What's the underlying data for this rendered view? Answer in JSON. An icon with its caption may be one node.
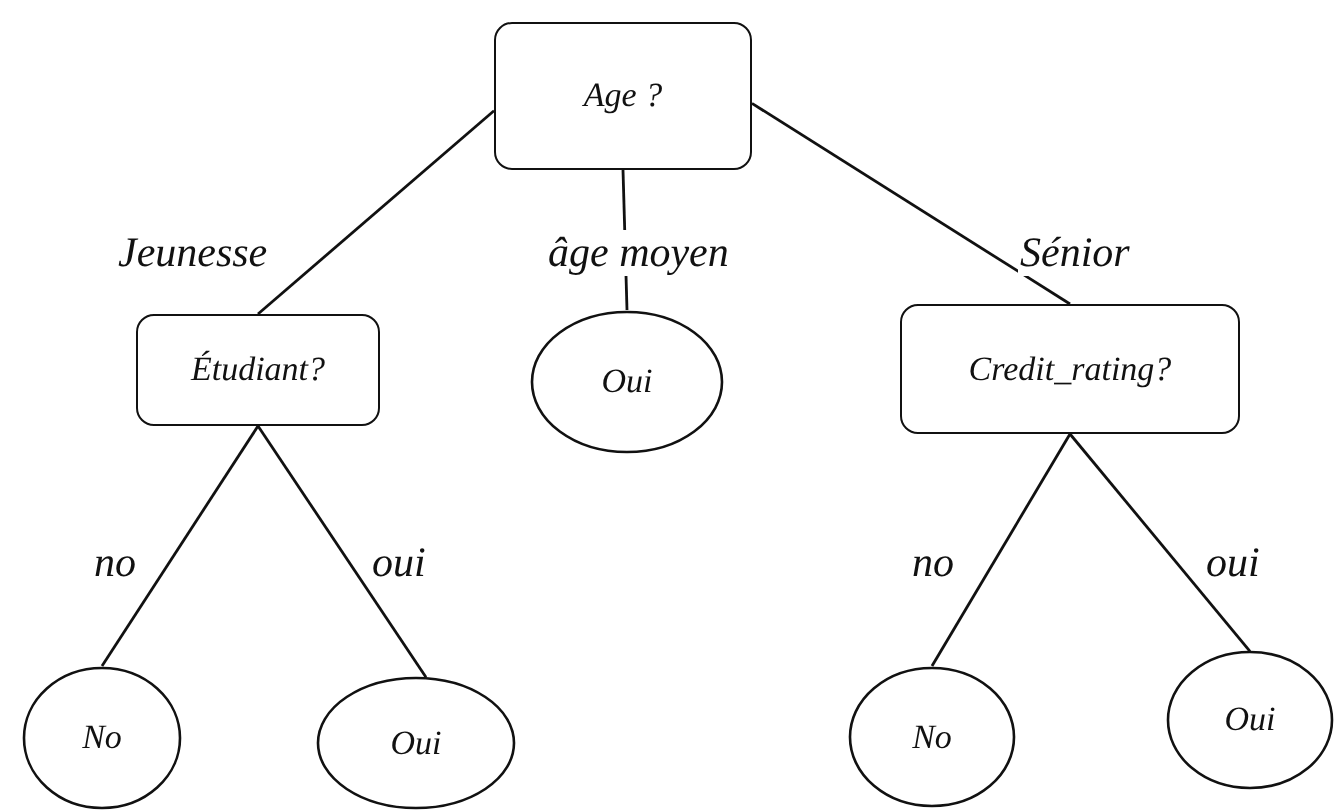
{
  "diagram": {
    "nodes": [
      {
        "text": [
          "Age ?"
        ]
      },
      {
        "text": [
          "Étudiant?"
        ]
      },
      {
        "text": [
          "Oui"
        ]
      },
      {
        "text": [
          "Credit_rating?"
        ]
      },
      {
        "text": [
          "No"
        ]
      },
      {
        "text": [
          "Oui"
        ]
      },
      {
        "text": [
          "No"
        ]
      },
      {
        "text": [
          "Oui"
        ]
      }
    ],
    "edges": [
      {
        "from": 0,
        "to": 1,
        "arrow": "none",
        "label": "Jeunesse"
      },
      {
        "from": 0,
        "to": 2,
        "arrow": "none",
        "label": "âge moyen"
      },
      {
        "from": 0,
        "to": 3,
        "arrow": "none",
        "label": "Sénior"
      },
      {
        "from": 1,
        "to": 4,
        "arrow": "none",
        "label": "no"
      },
      {
        "from": 1,
        "to": 5,
        "arrow": "none",
        "label": "oui"
      },
      {
        "from": 3,
        "to": 6,
        "arrow": "none",
        "label": "no"
      },
      {
        "from": 3,
        "to": 7,
        "arrow": "none",
        "label": "oui"
      }
    ]
  }
}
